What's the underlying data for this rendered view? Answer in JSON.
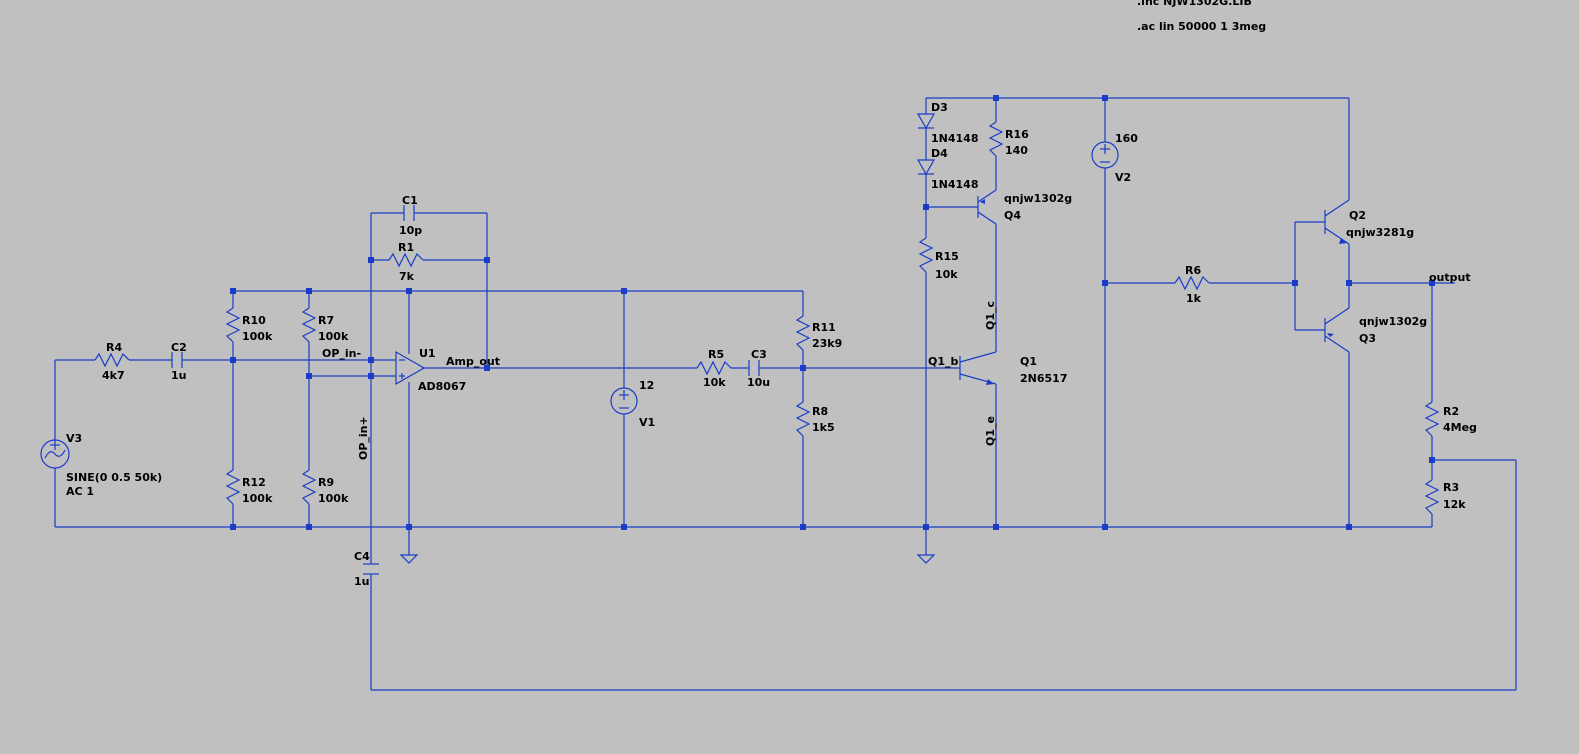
{
  "directives": {
    "inc": ".inc NJW1302G.LIB",
    "ac": ".ac lin 50000 1 3meg"
  },
  "components": {
    "R4": {
      "name": "R4",
      "value": "4k7"
    },
    "C2": {
      "name": "C2",
      "value": "1u"
    },
    "R10": {
      "name": "R10",
      "value": "100k"
    },
    "R12": {
      "name": "R12",
      "value": "100k"
    },
    "R7": {
      "name": "R7",
      "value": "100k"
    },
    "R9": {
      "name": "R9",
      "value": "100k"
    },
    "C1": {
      "name": "C1",
      "value": "10p"
    },
    "R1": {
      "name": "R1",
      "value": "7k"
    },
    "C4": {
      "name": "C4",
      "value": "1u"
    },
    "U1": {
      "name": "U1",
      "value": "AD8067"
    },
    "V3": {
      "name": "V3",
      "value": "SINE(0 0.5 50k)",
      "value2": "AC 1"
    },
    "V1": {
      "name": "V1",
      "value": "12"
    },
    "R5": {
      "name": "R5",
      "value": "10k"
    },
    "C3": {
      "name": "C3",
      "value": "10u"
    },
    "R11": {
      "name": "R11",
      "value": "23k9"
    },
    "R8": {
      "name": "R8",
      "value": "1k5"
    },
    "D3": {
      "name": "D3",
      "value": "1N4148"
    },
    "D4": {
      "name": "D4",
      "value": "1N4148"
    },
    "R16": {
      "name": "R16",
      "value": "140"
    },
    "Q4": {
      "name": "Q4",
      "value": "qnjw1302g"
    },
    "R15": {
      "name": "R15",
      "value": "10k"
    },
    "Q1": {
      "name": "Q1",
      "value": "2N6517"
    },
    "V2": {
      "name": "V2",
      "value": "160"
    },
    "R6": {
      "name": "R6",
      "value": "1k"
    },
    "Q2": {
      "name": "Q2",
      "value": "qnjw3281g"
    },
    "Q3": {
      "name": "Q3",
      "value": "qnjw1302g"
    },
    "R2": {
      "name": "R2",
      "value": "4Meg"
    },
    "R3": {
      "name": "R3",
      "value": "12k"
    }
  },
  "nets": {
    "op_in_minus": "OP_in-",
    "op_in_plus": "OP_in+",
    "amp_out": "Amp_out",
    "q1_b": "Q1_b",
    "q1_c": "Q1_c",
    "q1_e": "Q1_e",
    "output": "output"
  },
  "colors": {
    "background": "#c0c0c0",
    "wire": "#1a3cc8",
    "label": "#000000"
  }
}
